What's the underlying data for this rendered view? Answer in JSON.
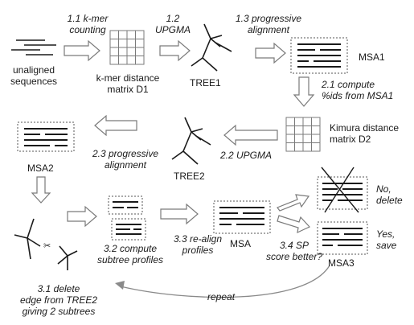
{
  "stages": {
    "s1_1": [
      "1.1 k-mer",
      "counting"
    ],
    "s1_2": [
      "1.2",
      "UPGMA"
    ],
    "s1_3": [
      "1.3 progressive",
      "alignment"
    ],
    "s2_1": [
      "2.1 compute",
      "%ids from MSA1"
    ],
    "s2_2": "2.2 UPGMA",
    "s2_3": [
      "2.3 progressive",
      "alignment"
    ],
    "s3_1": [
      "3.1 delete",
      "edge from TREE2",
      "giving 2 subtrees"
    ],
    "s3_2": [
      "3.2 compute",
      "subtree profiles"
    ],
    "s3_3": [
      "3.3 re-align",
      "profiles"
    ],
    "s3_4": [
      "3.4 SP",
      "score better?"
    ],
    "repeat": "repeat"
  },
  "labels": {
    "unaligned": [
      "unaligned",
      "sequences"
    ],
    "kmer_matrix": [
      "k-mer distance",
      "matrix D1"
    ],
    "tree1": "TREE1",
    "msa1": "MSA1",
    "kimura_matrix": [
      "Kimura distance",
      "matrix D2"
    ],
    "tree2": "TREE2",
    "msa2": "MSA2",
    "msa": "MSA",
    "msa3": "MSA3",
    "no_delete": [
      "No,",
      "delete"
    ],
    "yes_save": [
      "Yes,",
      "save"
    ]
  },
  "colors": {
    "line": "#1a1a1a",
    "arrow_stroke": "#7a7a7a",
    "arrow_fill": "#ffffff",
    "grid": "#7a7a7a",
    "dotted_box": "#555555"
  },
  "icons": [
    "scissors-icon"
  ]
}
